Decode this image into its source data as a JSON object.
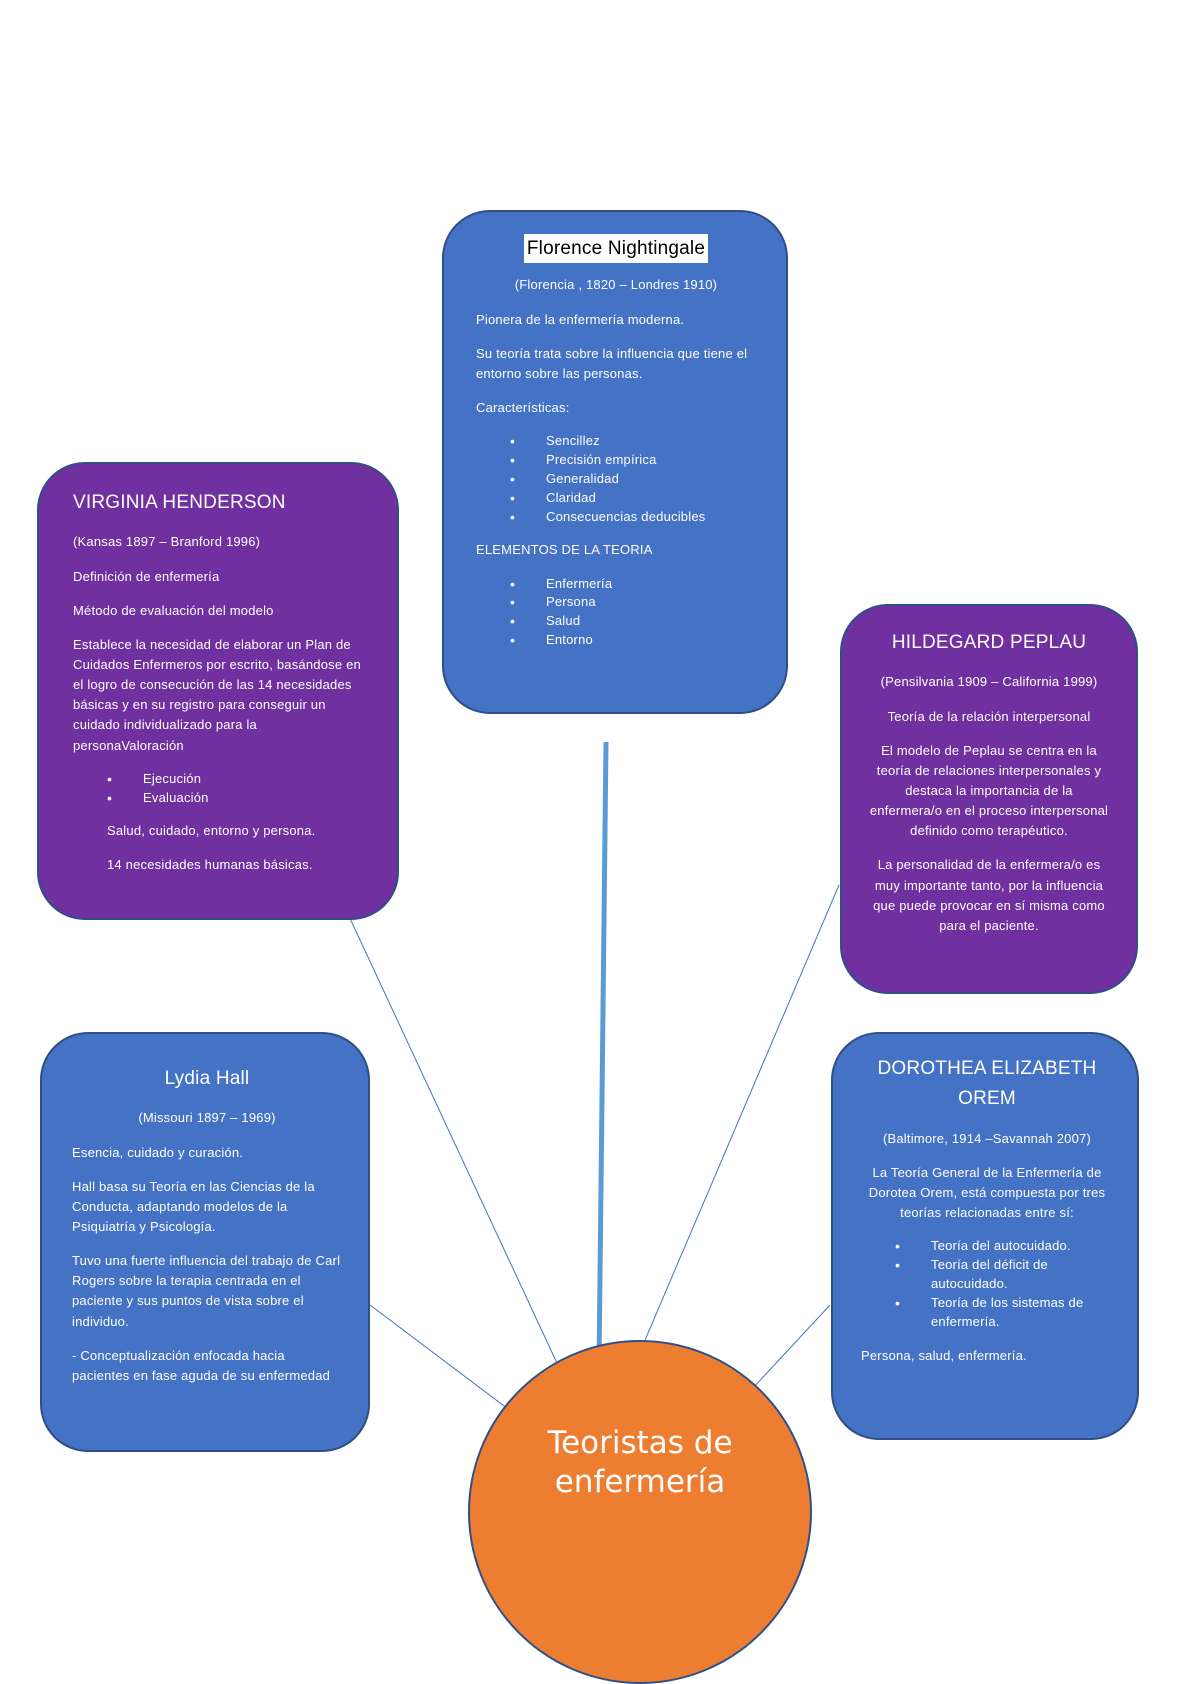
{
  "center": {
    "line1": "Teoristas de",
    "line2": "enfermería"
  },
  "florence": {
    "title": "Florence Nightingale",
    "dates": "(Florencia , 1820 – Londres 1910)",
    "p1": "Pionera de la enfermería moderna.",
    "p2": "Su teoría trata sobre la influencia que tiene el entorno sobre las personas.",
    "p3": "Características:",
    "items": [
      "Sencillez",
      "Precisión empírica",
      "Generalidad",
      "Claridad",
      "Consecuencias deducibles"
    ],
    "p4": "ELEMENTOS DE LA TEORIA",
    "items2": [
      "Enfermería",
      " Persona",
      "Salud",
      "Entorno"
    ]
  },
  "virginia": {
    "title": "VIRGINIA HENDERSON",
    "dates": "(Kansas 1897 – Branford 1996)",
    "p1": "Definición de enfermería",
    "p2": "Método de evaluación del modelo",
    "p3": "Establece la necesidad de elaborar un Plan de Cuidados Enfermeros por escrito, basándose en el logro de consecución de las 14 necesidades básicas y en su registro para conseguir un cuidado individualizado para la personaValoración",
    "items": [
      "Ejecución",
      "Evaluación"
    ],
    "p4": "Salud, cuidado, entorno y persona.",
    "p5": "14 necesidades humanas básicas."
  },
  "hildegard": {
    "title": "HILDEGARD PEPLAU",
    "dates": "(Pensilvania 1909 – California 1999)",
    "p1": "Teoría de la relación interpersonal",
    "p2": "El modelo de Peplau se centra en la teoría de relaciones interpersonales y destaca la importancia de la enfermera/o en el proceso interpersonal definido como terapéutico.",
    "p3": "La personalidad de la enfermera/o es muy importante tanto, por la influencia que puede provocar en sí misma como para el paciente."
  },
  "lydia": {
    "title": "Lydia Hall",
    "dates": "(Missouri 1897 – 1969)",
    "p1": "Esencia, cuidado y curación.",
    "p2": "Hall basa su Teoría en las Ciencias de la Conducta, adaptando modelos de la Psiquiatría y Psicología.",
    "p3": "Tuvo una fuerte influencia del trabajo de Carl Rogers sobre la terapia centrada en el paciente y sus puntos de vista sobre el individuo.",
    "p4": "- Conceptualización enfocada hacia pacientes en fase aguda de su enfermedad"
  },
  "dorothea": {
    "title": "DOROTHEA ELIZABETH OREM",
    "dates": "(Baltimore, 1914 –Savannah 2007)",
    "p1": "La Teoría General de la Enfermería de Dorotea Orem, está compuesta por tres teorías relacionadas entre sí:",
    "items": [
      "Teoría del autocuidado.",
      "Teoría del déficit de autocuidado.",
      "Teoría de los sistemas de enfermería."
    ],
    "p2": "Persona, salud, enfermería."
  },
  "colors": {
    "blue": "#4472c4",
    "purple": "#7030a0",
    "orange": "#ed7d31",
    "connector": "#5b9bd5"
  }
}
